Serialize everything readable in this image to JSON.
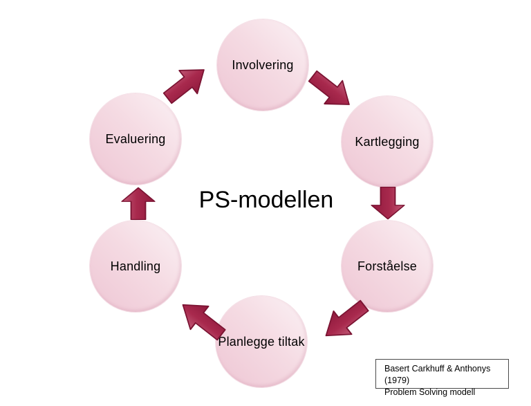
{
  "title": "PS-modellen",
  "steps": [
    {
      "id": "involvering",
      "label": "Involvering"
    },
    {
      "id": "kartlegging",
      "label": "Kartlegging"
    },
    {
      "id": "forstaelse",
      "label": "Forståelse"
    },
    {
      "id": "planlegge-tiltak",
      "label": "Planlegge tiltak"
    },
    {
      "id": "handling",
      "label": "Handling"
    },
    {
      "id": "evaluering",
      "label": "Evaluering"
    }
  ],
  "arrows": [
    {
      "id": "evaluering-to-involvering",
      "direction": "up-right"
    },
    {
      "id": "involvering-to-kartlegging",
      "direction": "down-right"
    },
    {
      "id": "kartlegging-to-forstaelse",
      "direction": "down"
    },
    {
      "id": "forstaelse-to-planlegge-tiltak",
      "direction": "down-left"
    },
    {
      "id": "planlegge-tiltak-to-handling",
      "direction": "up-left"
    },
    {
      "id": "handling-to-evaluering",
      "direction": "up"
    }
  ],
  "caption": {
    "line1": "Basert Carkhuff & Anthonys (1979)",
    "line2": "Problem Solving modell"
  },
  "colors": {
    "background": "#FFFFFF",
    "text": "#000000",
    "circle_light": "#FBF2F5",
    "circle_dark": "#EEC6D4",
    "arrow_light": "#C05A77",
    "arrow_dark": "#8F1A3D",
    "arrow_outline": "#7A1332",
    "caption_border": "#4A4A4A"
  }
}
